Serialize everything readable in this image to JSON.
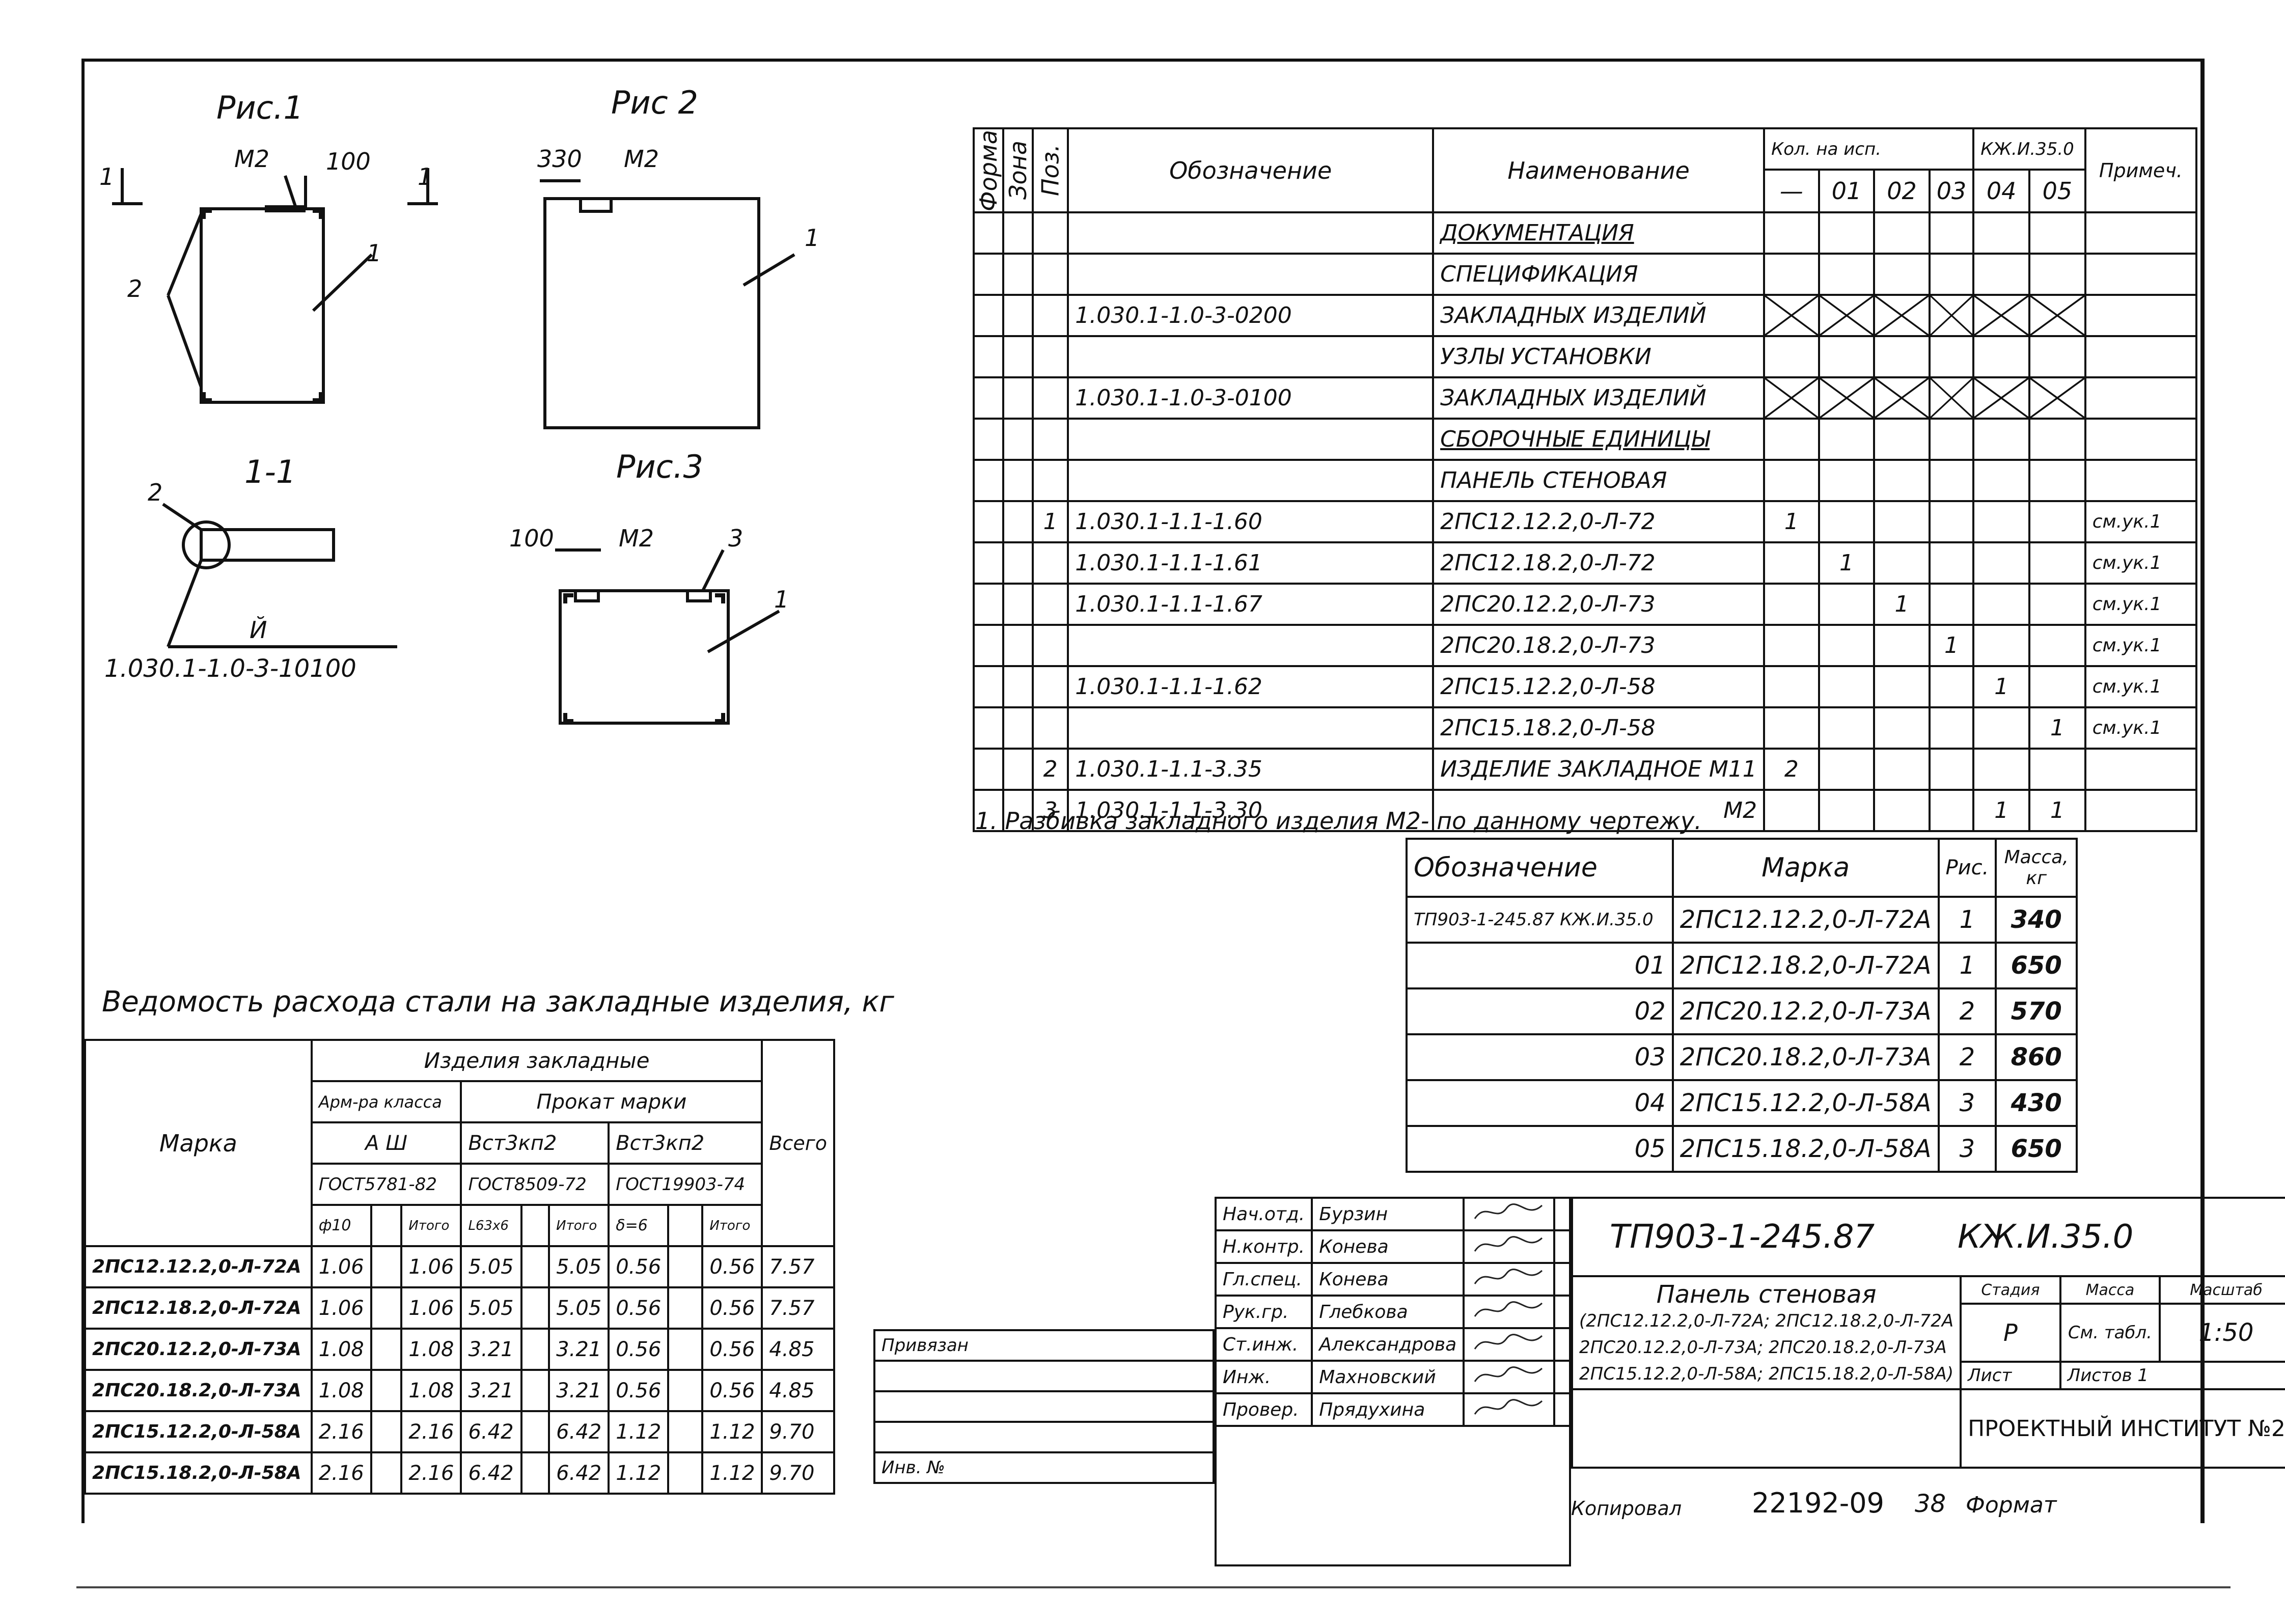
{
  "figures": {
    "fig1": {
      "title": "Рис.1",
      "m2": "М2",
      "dim100": "100",
      "section": "1",
      "leader1": "1",
      "leader2": "2"
    },
    "fig2": {
      "title": "Рис 2",
      "dim330": "330",
      "m2": "М2",
      "leader1": "1"
    },
    "fig3": {
      "title": "Рис.3",
      "dim100": "100",
      "m2": "М2",
      "leader1": "1",
      "leader3": "3"
    },
    "section": {
      "title": "1-1",
      "leader2": "2",
      "mark": "Й",
      "code": "1.030.1-1.0-3-10100"
    }
  },
  "spec": {
    "headers": {
      "format": "Формат",
      "zone": "Зона",
      "pos": "Поз.",
      "designation": "Обозначение",
      "name": "Наименование",
      "qty": "Кол. на исп.",
      "doc": "КЖ.И.35.0",
      "note": "Примеч.",
      "cols": [
        "—",
        "01",
        "02",
        "03",
        "04",
        "05"
      ]
    },
    "rows": [
      {
        "pos": "",
        "des": "",
        "name": "Документация",
        "q": [
          "",
          "",
          "",
          "",
          "",
          ""
        ],
        "note": "",
        "underline": true
      },
      {
        "pos": "",
        "des": "",
        "name": "Спецификация",
        "q": [
          "",
          "",
          "",
          "",
          "",
          ""
        ],
        "note": ""
      },
      {
        "pos": "",
        "des": "1.030.1-1.0-3-0200",
        "name": "закладных изделий",
        "q": [
          "x",
          "x",
          "x",
          "x",
          "x",
          "x"
        ],
        "note": ""
      },
      {
        "pos": "",
        "des": "",
        "name": "Узлы установки",
        "q": [
          "",
          "",
          "",
          "",
          "",
          ""
        ],
        "note": ""
      },
      {
        "pos": "",
        "des": "1.030.1-1.0-3-0100",
        "name": "закладных изделий",
        "q": [
          "x",
          "x",
          "x",
          "x",
          "x",
          "x"
        ],
        "note": ""
      },
      {
        "pos": "",
        "des": "",
        "name": "Сборочные единицы",
        "q": [
          "",
          "",
          "",
          "",
          "",
          ""
        ],
        "note": "",
        "underline": true
      },
      {
        "pos": "",
        "des": "",
        "name": "Панель стеновая",
        "q": [
          "",
          "",
          "",
          "",
          "",
          ""
        ],
        "note": ""
      },
      {
        "pos": "1",
        "des": "1.030.1-1.1-1.60",
        "name": "2ПС12.12.2,0-Л-72",
        "q": [
          "1",
          "",
          "",
          "",
          "",
          ""
        ],
        "note": "см.ук.1"
      },
      {
        "pos": "",
        "des": "1.030.1-1.1-1.61",
        "name": "2ПС12.18.2,0-Л-72",
        "q": [
          "",
          "1",
          "",
          "",
          "",
          ""
        ],
        "note": "см.ук.1"
      },
      {
        "pos": "",
        "des": "1.030.1-1.1-1.67",
        "name": "2ПС20.12.2,0-Л-73",
        "q": [
          "",
          "",
          "1",
          "",
          "",
          ""
        ],
        "note": "см.ук.1"
      },
      {
        "pos": "",
        "des": "",
        "name": "2ПС20.18.2,0-Л-73",
        "q": [
          "",
          "",
          "",
          "1",
          "",
          ""
        ],
        "note": "см.ук.1"
      },
      {
        "pos": "",
        "des": "1.030.1-1.1-1.62",
        "name": "2ПС15.12.2,0-Л-58",
        "q": [
          "",
          "",
          "",
          "",
          "1",
          ""
        ],
        "note": "см.ук.1"
      },
      {
        "pos": "",
        "des": "",
        "name": "2ПС15.18.2,0-Л-58",
        "q": [
          "",
          "",
          "",
          "",
          "",
          "1"
        ],
        "note": "см.ук.1"
      },
      {
        "pos": "2",
        "des": "1.030.1-1.1-3.35",
        "name": "Изделие закладное М11",
        "q": [
          "2",
          "",
          "",
          "",
          "",
          ""
        ],
        "note": ""
      },
      {
        "pos": "3",
        "des": "1.030.1-1.1-3.30",
        "name": "М2",
        "q": [
          "",
          "",
          "",
          "",
          "1",
          "1"
        ],
        "note": "",
        "right": true
      }
    ]
  },
  "note1": "1. Разбивка закладного изделия М2- по данному чертежу.",
  "marks": {
    "headers": {
      "des": "Обозначение",
      "mark": "Марка",
      "fig": "Рис.",
      "mass": "Масса, кг"
    },
    "rows": [
      {
        "des": "ТП903-1-245.87 КЖ.И.35.0",
        "mark": "2ПС12.12.2,0-Л-72А",
        "fig": "1",
        "mass": "340"
      },
      {
        "des": "01",
        "mark": "2ПС12.18.2,0-Л-72А",
        "fig": "1",
        "mass": "650"
      },
      {
        "des": "02",
        "mark": "2ПС20.12.2,0-Л-73А",
        "fig": "2",
        "mass": "570"
      },
      {
        "des": "03",
        "mark": "2ПС20.18.2,0-Л-73А",
        "fig": "2",
        "mass": "860"
      },
      {
        "des": "04",
        "mark": "2ПС15.12.2,0-Л-58А",
        "fig": "3",
        "mass": "430"
      },
      {
        "des": "05",
        "mark": "2ПС15.18.2,0-Л-58А",
        "fig": "3",
        "mass": "650"
      }
    ]
  },
  "steel": {
    "title": "Ведомость расхода стали на закладные изделия, кг",
    "headers": {
      "mark": "Марка",
      "group": "Изделия закладные",
      "arm": "Арм-ра класса",
      "prokat": "Прокат марки",
      "total": "Всего",
      "a3": "А Ш",
      "vst1": "Вст3кп2",
      "vst2": "Вст3кп2",
      "gost1": "ГОСТ5781-82",
      "gost2": "ГОСТ8509-72",
      "gost3": "ГОСТ19903-74",
      "d10": "ф10",
      "itogo1": "Итого",
      "l63": "L63х6",
      "itogo2": "Итого",
      "d6": "δ=6",
      "itogo3": "Итого"
    },
    "rows": [
      {
        "mark": "2ПС12.12.2,0-Л-72А",
        "v": [
          "1.06",
          "",
          "1.06",
          "5.05",
          "",
          "5.05",
          "0.56",
          "",
          "0.56",
          "7.57"
        ]
      },
      {
        "mark": "2ПС12.18.2,0-Л-72А",
        "v": [
          "1.06",
          "",
          "1.06",
          "5.05",
          "",
          "5.05",
          "0.56",
          "",
          "0.56",
          "7.57"
        ]
      },
      {
        "mark": "2ПС20.12.2,0-Л-73А",
        "v": [
          "1.08",
          "",
          "1.08",
          "3.21",
          "",
          "3.21",
          "0.56",
          "",
          "0.56",
          "4.85"
        ]
      },
      {
        "mark": "2ПС20.18.2,0-Л-73А",
        "v": [
          "1.08",
          "",
          "1.08",
          "3.21",
          "",
          "3.21",
          "0.56",
          "",
          "0.56",
          "4.85"
        ]
      },
      {
        "mark": "2ПС15.12.2,0-Л-58А",
        "v": [
          "2.16",
          "",
          "2.16",
          "6.42",
          "",
          "6.42",
          "1.12",
          "",
          "1.12",
          "9.70"
        ]
      },
      {
        "mark": "2ПС15.18.2,0-Л-58А",
        "v": [
          "2.16",
          "",
          "2.16",
          "6.42",
          "",
          "6.42",
          "1.12",
          "",
          "1.12",
          "9.70"
        ]
      }
    ]
  },
  "side": {
    "privyazan": "Привязан",
    "inv": "Инв. №"
  },
  "stamp": [
    {
      "role": "Нач.отд.",
      "name": "Бурзин"
    },
    {
      "role": "Н.контр.",
      "name": "Конева"
    },
    {
      "role": "Гл.спец.",
      "name": "Конева"
    },
    {
      "role": "Рук.гр.",
      "name": "Глебкова"
    },
    {
      "role": "Ст.инж.",
      "name": "Александрова"
    },
    {
      "role": "Инж.",
      "name": "Махновский"
    },
    {
      "role": "Провер.",
      "name": "Прядухина"
    }
  ],
  "titleblock": {
    "code": "ТП903-1-245.87",
    "doc": "КЖ.И.35.0",
    "name": "Панель стеновая",
    "desc1": "(2ПС12.12.2,0-Л-72А; 2ПС12.18.2,0-Л-72А",
    "desc2": "2ПС20.12.2,0-Л-73А; 2ПС20.18.2,0-Л-73А",
    "desc3": "2ПС15.12.2,0-Л-58А; 2ПС15.18.2,0-Л-58А)",
    "stadiya_h": "Стадия",
    "massa_h": "Масса",
    "masshtab_h": "Масштаб",
    "stadiya": "Р",
    "massa": "См. табл.",
    "masshtab": "1:50",
    "list": "Лист",
    "listov": "Листов 1",
    "org": "ПРОЕКТНЫЙ ИНСТИТУТ №2"
  },
  "footer": {
    "copied": "Копировал",
    "num": "22192-09",
    "sheet": "38",
    "format": "Формат"
  }
}
